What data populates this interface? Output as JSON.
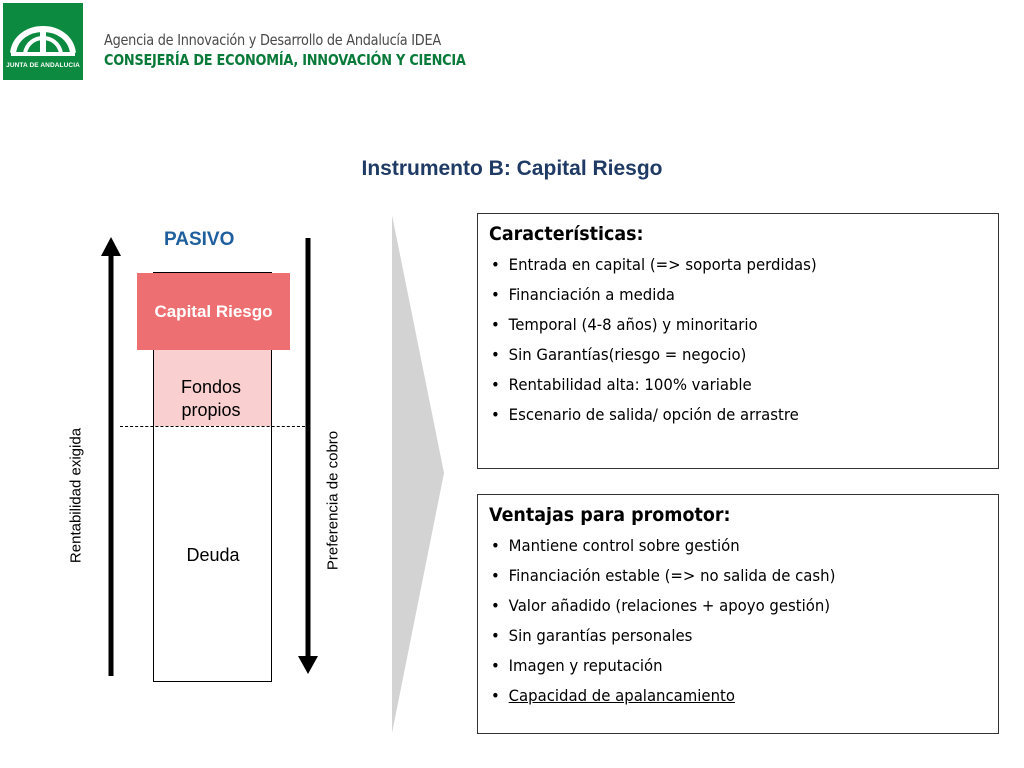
{
  "header": {
    "logo_text": "JUNTA DE ANDALUCIA",
    "agency": "Agencia de Innovación y Desarrollo de Andalucía IDEA",
    "department": "CONSEJERÍA DE ECONOMÍA, INNOVACIÓN Y CIENCIA",
    "brand_color": "#0c8a3f"
  },
  "title": "Instrumento B: Capital Riesgo",
  "diagram": {
    "heading": "PASIVO",
    "segments": {
      "capital_riesgo": "Capital Riesgo",
      "fondos_propios": "Fondos propios",
      "fondos_line1": "Fondos",
      "fondos_line2": "propios",
      "deuda": "Deuda"
    },
    "left_arrow_label": "Rentabilidad exigida",
    "right_arrow_label": "Preferencia de cobro",
    "colors": {
      "capital_riesgo": "#ee6f72",
      "fondos_propios": "#f9cfcf",
      "heading": "#1f5f9e"
    }
  },
  "caracteristicas": {
    "heading": "Características:",
    "items": [
      "Entrada en capital (=> soporta perdidas)",
      "Financiación a medida",
      "Temporal (4-8 años) y minoritario",
      "Sin Garantías(riesgo = negocio)",
      "Rentabilidad alta: 100% variable",
      "Escenario de salida/ opción de arrastre"
    ]
  },
  "ventajas": {
    "heading": "Ventajas para promotor:",
    "items": [
      "Mantiene control sobre gestión",
      "Financiación estable (=> no salida de cash)",
      "Valor añadido (relaciones + apoyo gestión)",
      "Sin garantías personales",
      "Imagen y reputación",
      "Capacidad de apalancamiento"
    ]
  },
  "bullet_symbol": "•"
}
